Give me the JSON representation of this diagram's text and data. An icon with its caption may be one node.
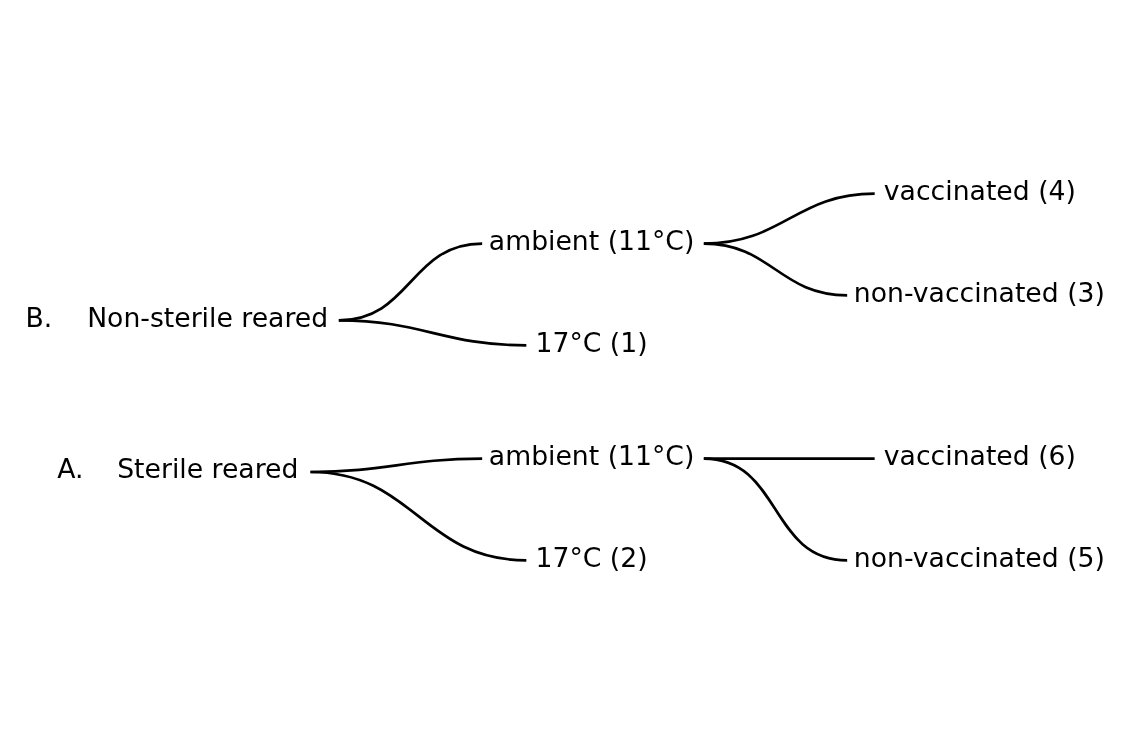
{
  "diagram": {
    "nodes": [
      {
        "text": [
          "Sterile reared"
        ],
        "beside": [
          "A."
        ]
      },
      {
        "text": [
          "ambient (11°C)"
        ]
      },
      {
        "text": [
          "17°C (2)"
        ]
      },
      {
        "text": [
          "vaccinated (6)"
        ]
      },
      {
        "text": [
          "non-vaccinated (5)"
        ]
      },
      {
        "text": [
          "Non-sterile reared"
        ],
        "beside": [
          "B."
        ]
      },
      {
        "text": [
          "ambient (11°C)"
        ]
      },
      {
        "text": [
          "17°C (1)"
        ]
      },
      {
        "text": [
          "vaccinated (4)"
        ]
      },
      {
        "text": [
          "non-vaccinated (3)"
        ]
      }
    ],
    "edges": [
      {
        "from": 0,
        "to": 1,
        "arrow": "none"
      },
      {
        "from": 0,
        "to": 2,
        "arrow": "none"
      },
      {
        "from": 1,
        "to": 3,
        "arrow": "none"
      },
      {
        "from": 1,
        "to": 4,
        "arrow": "none"
      },
      {
        "from": 5,
        "to": 6,
        "arrow": "none"
      },
      {
        "from": 5,
        "to": 7,
        "arrow": "none"
      },
      {
        "from": 6,
        "to": 8,
        "arrow": "none"
      },
      {
        "from": 6,
        "to": 9,
        "arrow": "none"
      }
    ]
  }
}
